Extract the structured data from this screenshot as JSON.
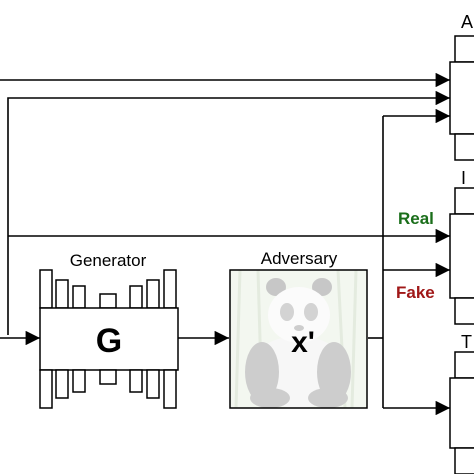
{
  "generator": {
    "title": "Generator",
    "symbol": "G"
  },
  "adversary": {
    "title": "Adversary",
    "symbol": "x'",
    "image_subject": "panda photo"
  },
  "labels": {
    "real": "Real",
    "fake": "Fake"
  },
  "clipped_labels": {
    "top_right": "A",
    "middle_right": "I",
    "bottom_right": "T"
  },
  "colors": {
    "real": "#1a6e1a",
    "fake": "#a01818",
    "stroke": "#000000",
    "bg": "#ffffff"
  },
  "icons": [
    "arrowhead-icon",
    "panda-image"
  ]
}
